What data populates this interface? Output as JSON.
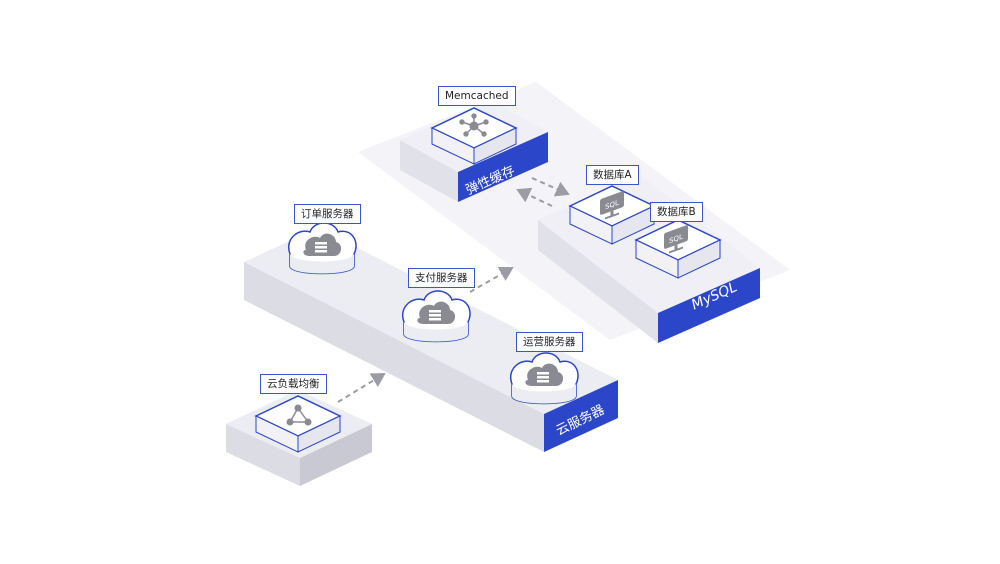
{
  "diagram": {
    "nodes": [
      {
        "id": "memcached",
        "label": "Memcached",
        "icon": "network-hub-icon"
      },
      {
        "id": "db-a",
        "label": "数据库A",
        "icon": "sql-database-icon"
      },
      {
        "id": "db-b",
        "label": "数据库B",
        "icon": "sql-database-icon"
      },
      {
        "id": "order",
        "label": "订单服务器",
        "icon": "cloud-server-icon"
      },
      {
        "id": "payment",
        "label": "支付服务器",
        "icon": "cloud-server-icon"
      },
      {
        "id": "ops",
        "label": "运营服务器",
        "icon": "cloud-server-icon"
      },
      {
        "id": "slb",
        "label": "云负载均衡",
        "icon": "load-balancer-icon"
      }
    ],
    "platforms": [
      {
        "id": "cache",
        "label": "弹性缓存"
      },
      {
        "id": "mysql",
        "label": "MySQL"
      },
      {
        "id": "ecs",
        "label": "云服务器"
      }
    ],
    "edges": [
      {
        "from": "slb",
        "to": "ecs",
        "style": "dashed"
      },
      {
        "from": "ecs",
        "to": "mysql",
        "style": "dashed"
      },
      {
        "from": "mysql",
        "to": "cache",
        "style": "dashed-bidirectional"
      }
    ],
    "colors": {
      "accent": "#2b46c9",
      "platform_top": "#ececf3",
      "platform_left": "#d7d7e0",
      "platform_right": "#c8c8d3",
      "node_border": "#2b46c9",
      "icon": "#8a8a92",
      "arrow": "#9c9ca4"
    }
  }
}
